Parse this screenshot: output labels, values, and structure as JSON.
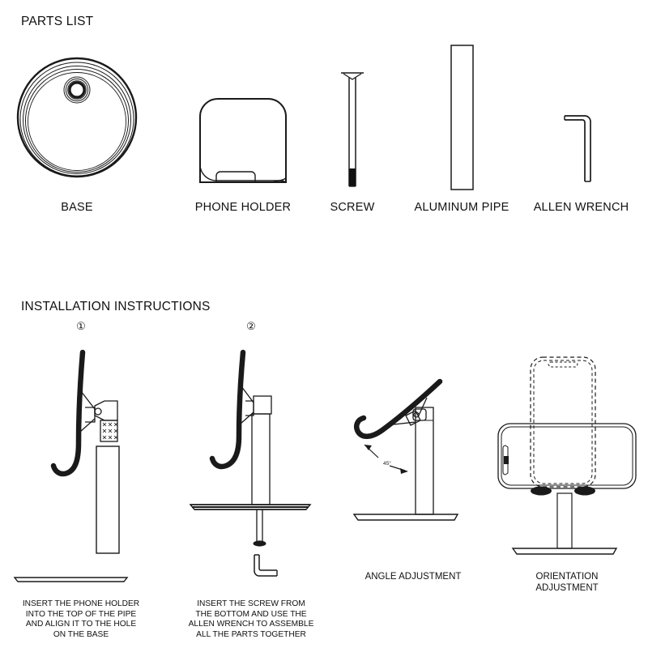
{
  "document": {
    "kind": "assembly-instruction-sheet",
    "background_color": "#ffffff",
    "line_color": "#1a1a1a"
  },
  "parts_section": {
    "title": "PARTS LIST",
    "parts": [
      {
        "id": "base",
        "label": "BASE",
        "icon": "round-base-plate-icon"
      },
      {
        "id": "phone-holder",
        "label": "PHONE HOLDER",
        "icon": "phone-holder-icon"
      },
      {
        "id": "screw",
        "label": "SCREW",
        "icon": "long-screw-icon"
      },
      {
        "id": "aluminum-pipe",
        "label": "ALUMINUM PIPE",
        "icon": "pipe-icon"
      },
      {
        "id": "allen-wrench",
        "label": "ALLEN WRENCH",
        "icon": "allen-wrench-icon"
      }
    ]
  },
  "instructions_section": {
    "title": "INSTALLATION INSTRUCTIONS",
    "steps": [
      {
        "id": "step-1",
        "number": "①",
        "caption": "INSERT THE PHONE HOLDER\nINTO THE TOP OF THE PIPE\nAND ALIGN IT TO THE HOLE\nON THE BASE",
        "icon": "holder-into-pipe-icon"
      },
      {
        "id": "step-2",
        "number": "②",
        "caption": "INSERT THE SCREW FROM\nTHE BOTTOM AND USE THE\nALLEN WRENCH TO ASSEMBLE\nALL THE PARTS TOGETHER",
        "icon": "screw-from-bottom-icon"
      },
      {
        "id": "step-angle",
        "number": "",
        "caption": "ANGLE ADJUSTMENT",
        "icon": "tilted-stand-icon",
        "annotation": "45°"
      },
      {
        "id": "step-orientation",
        "number": "",
        "caption": "ORIENTATION\nADJUSTMENT",
        "icon": "phone-rotation-icon"
      }
    ]
  }
}
